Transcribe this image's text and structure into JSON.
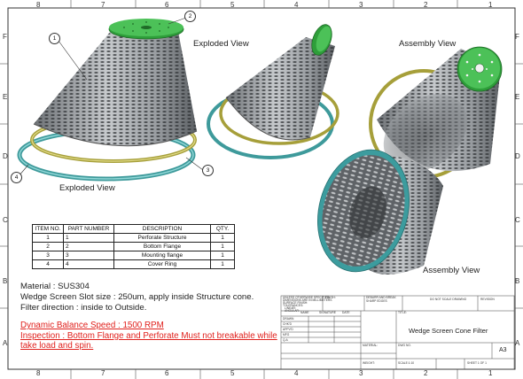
{
  "zones": {
    "columns": [
      "8",
      "7",
      "6",
      "5",
      "4",
      "3",
      "2",
      "1"
    ],
    "rows": [
      "F",
      "E",
      "D",
      "C",
      "B",
      "A"
    ]
  },
  "views": {
    "exploded_top": "Exploded View",
    "exploded_bottom": "Exploded View",
    "assembly_top": "Assembly View",
    "assembly_bottom": "Assembly View"
  },
  "balloons": [
    "1",
    "2",
    "3",
    "4"
  ],
  "bom": {
    "headers": [
      "ITEM NO.",
      "PART NUMBER",
      "DESCRIPTION",
      "QTY."
    ],
    "rows": [
      [
        "1",
        "1",
        "Perforate Structure",
        "1"
      ],
      [
        "2",
        "2",
        "Bottom Flange",
        "1"
      ],
      [
        "3",
        "3",
        "Mounting flange",
        "1"
      ],
      [
        "4",
        "4",
        "Cover Ring",
        "1"
      ]
    ]
  },
  "notes": {
    "material": "Material : SUS304",
    "slot": "Wedge Screen Slot size : 250um, apply inside Structure cone.",
    "filter": "Filter direction : inside to Outside.",
    "balance": "Dynamic Balance Speed : 1500 RPM",
    "inspection_1": "Inspection : Bottom Flange and Perforate Must not breakable while",
    "inspection_2": "take load and spin."
  },
  "title_block": {
    "unless": "UNLESS OTHERWISE SPECIFIED:",
    "dims": "DIMENSIONS ARE IN MILLIMETERS",
    "surface": "SURFACE FINISH:",
    "tolerances": "TOLERANCES:",
    "linear": "LINEAR:",
    "angular": "ANGULAR:",
    "finish": "FINISH:",
    "deburr": "DEBURR AND BREAK SHARP EDGES",
    "noscale": "DO NOT SCALE DRAWING",
    "revision": "REVISION",
    "name": "NAME",
    "signature": "SIGNATURE",
    "date": "DATE",
    "drawn": "DRAWN",
    "chkd": "CHK'D",
    "appvd": "APPV'D",
    "mfg": "MFG",
    "qa": "Q.A",
    "material": "MATERIAL:",
    "title_label": "TITLE:",
    "title": "Wedge Screen Cone Filter",
    "dwg_label": "DWG NO.",
    "size": "A3",
    "weight": "WEIGHT:",
    "scale": "SCALE:1:10",
    "sheet": "SHEET 1 OF 1"
  },
  "colors": {
    "flange_green": "#2e9e3a",
    "ring_olive": "#b9b24a",
    "ring_teal": "#52b0b0",
    "steel": "#8c8f93",
    "note_red": "#e0201c"
  }
}
